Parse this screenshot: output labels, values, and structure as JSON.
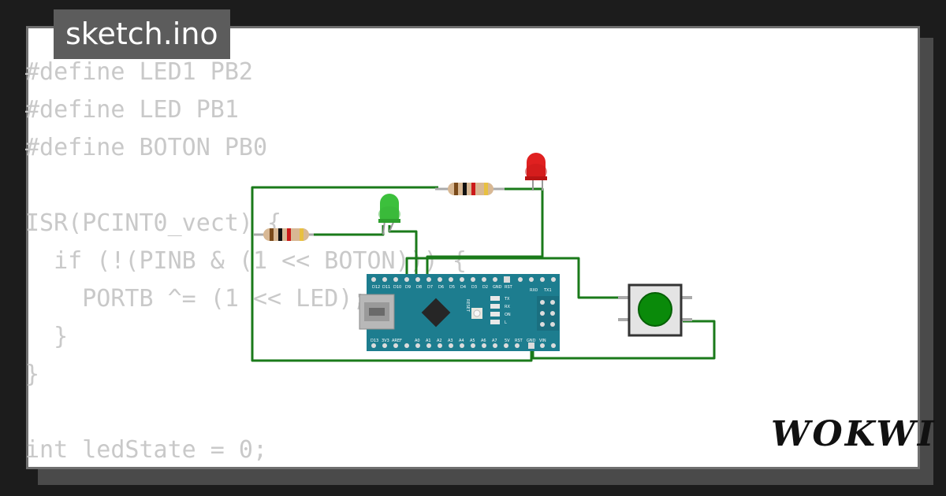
{
  "tab": {
    "filename": "sketch.ino"
  },
  "code_lines": [
    "#define LED1 PB2",
    "#define LED PB1",
    "#define BOTON PB0",
    "",
    "ISR(PCINT0_vect) {",
    "  if (!(PINB & (1 << BOTON))) {",
    "    PORTB ^= (1 << LED);",
    "  }",
    "}",
    "",
    "int ledState = 0;"
  ],
  "brand": {
    "name": "WOKWI"
  },
  "board": {
    "top_pin_labels": [
      "D12",
      "D11",
      "D10",
      "D9",
      "D8",
      "D7",
      "D6",
      "D5",
      "D4",
      "D3",
      "D2",
      "GND",
      "RST",
      "RX0",
      "TX1"
    ],
    "bottom_pin_labels": [
      "D13",
      "3V3",
      "AREF",
      "A0",
      "A1",
      "A2",
      "A3",
      "A4",
      "A5",
      "A6",
      "A7",
      "5V",
      "RST",
      "GND",
      "VIN"
    ],
    "led_labels": [
      "TX",
      "RX",
      "ON",
      "L"
    ],
    "reset_label": "RESET"
  },
  "colors": {
    "wire": "#1a7a1a",
    "board": "#1d7d8f",
    "led_red": "#e02020",
    "led_green": "#3cc03c",
    "button_cap": "#0a8a0a"
  }
}
